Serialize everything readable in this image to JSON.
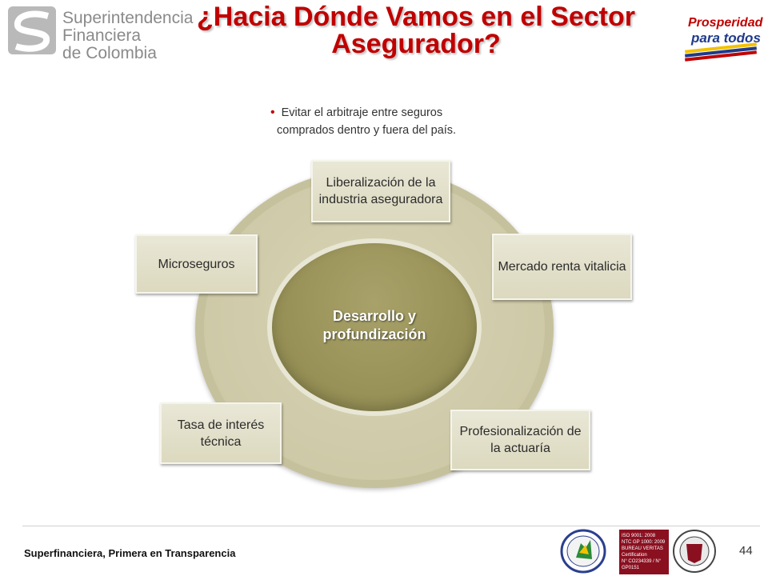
{
  "header": {
    "logo_left": {
      "line1": "Superintendencia",
      "line2": "Financiera",
      "line3": "de Colombia"
    },
    "title_line1": "¿Hacia Dónde Vamos en el Sector",
    "title_line2": "Asegurador?",
    "logo_right": {
      "line1": "Prosperidad",
      "line2": "para todos"
    }
  },
  "bullet": {
    "line1": "Evitar el arbitraje entre seguros",
    "line2": "comprados dentro y fuera del país."
  },
  "diagram": {
    "center": {
      "line1": "Desarrollo y",
      "line2": "profundización"
    },
    "boxes": {
      "liberalizacion": "Liberalización de la industria aseguradora",
      "microseguros": "Microseguros",
      "mercado": "Mercado renta vitalicia",
      "tasa": "Tasa de interés técnica",
      "profesionalizacion": "Profesionalización de la actuaría"
    }
  },
  "footer": {
    "text": "Superfinanciera, Primera en Transparencia",
    "page_number": "44",
    "cert": {
      "line1": "ISO 9001: 2008",
      "line2": "NTC GP 1000: 2009",
      "line3": "BUREAU VERITAS",
      "line4": "Certification",
      "line5": "N° CO234339 / N° GP0151"
    }
  },
  "colors": {
    "title": "#c00000",
    "ring": "#c6c19d",
    "center": "#958f55",
    "box": "#dcd9bf"
  }
}
